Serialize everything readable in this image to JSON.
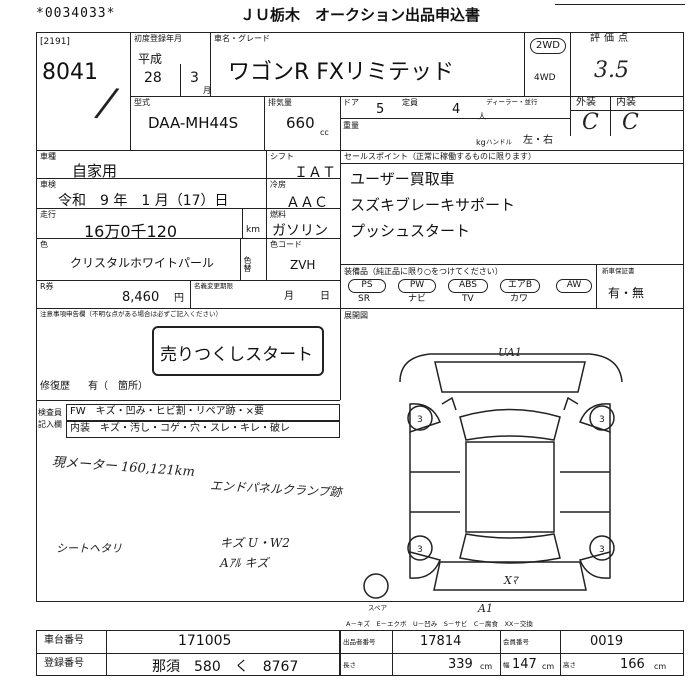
{
  "header": {
    "serial": "*0034033*",
    "title": "ＪＵ栃木　オークション出品申込書"
  },
  "left_id": {
    "small_code": "[2191]",
    "lot_number": "8041"
  },
  "first_reg": {
    "label": "初度登録年月",
    "era": "平成",
    "year": "28",
    "month": "3",
    "month_unit": "月"
  },
  "car_name": {
    "label": "車名・グレード",
    "value": "ワゴンR  FXリミテッド"
  },
  "drive": {
    "two_wd": "2WD",
    "four_wd": "4WD"
  },
  "rating": {
    "label": "評価点",
    "value": "3.5"
  },
  "exterior_interior": {
    "exterior_label": "外装",
    "interior_label": "内装",
    "exterior_value": "C",
    "interior_value": "C"
  },
  "model": {
    "label": "型式",
    "value": "DAA-MH44S"
  },
  "displacement": {
    "label": "排気量",
    "value": "660",
    "unit": "cc"
  },
  "doors": {
    "label": "ドア",
    "value": "5"
  },
  "capacity": {
    "label": "定員",
    "value": "4",
    "unit": "人"
  },
  "dealer": {
    "label": "ディーラー・並行"
  },
  "weight": {
    "label": "重量",
    "unit": "kg"
  },
  "handle": {
    "label": "ハンドル",
    "options": "左・右"
  },
  "usage": {
    "label": "車種",
    "value": "自家用"
  },
  "shift": {
    "label": "シフト",
    "value": "ＩＡＴ"
  },
  "inspection": {
    "label": "車検",
    "value": "令和　9 年　1 月（17）日"
  },
  "aircon": {
    "label": "冷房",
    "value": "ＡＡＣ"
  },
  "mileage": {
    "label": "走行",
    "value": "16万0千120",
    "unit": "km"
  },
  "fuel": {
    "label": "燃料",
    "value": "ガソリン"
  },
  "color": {
    "label": "色",
    "value": "クリスタルホワイトパール",
    "change_label": "色替"
  },
  "color_code": {
    "label": "色コード",
    "value": "ZVH"
  },
  "recycle": {
    "label": "R券",
    "value": "8,460",
    "unit": "円"
  },
  "name_change": {
    "label": "名義変更期限",
    "month": "月",
    "day": "日"
  },
  "sales_points": {
    "label": "セールスポイント（正常に稼働するものに限ります）",
    "lines": [
      "ユーザー買取車",
      "スズキブレーキサポート",
      "プッシュスタート"
    ]
  },
  "equipment": {
    "label": "装備品（純正品に限り○をつけてください）",
    "top": [
      "PS",
      "PW",
      "ABS",
      "エアB",
      "AW"
    ],
    "bottom": [
      "SR",
      "ナビ",
      "TV",
      "カワ"
    ]
  },
  "shin_gata": {
    "label": "新車保証書",
    "value": "有・無"
  },
  "seller_notes": {
    "label": "注意事項申告欄（不明な点がある場合は必ずご記入ください）"
  },
  "stamp_text": "売りつくしスタート",
  "repair": {
    "label": "修復歴",
    "value": "有（　箇所"
  },
  "inspector_notes": {
    "label1": "検査員",
    "label2": "記入欄",
    "row1": "FW　キズ・凹み・ヒビ割・リペア跡・×要",
    "row2": "内装　キズ・汚し・コゲ・穴・スレ・キレ・破レ"
  },
  "handwritten": {
    "meter": "現メーター 160,121km",
    "panel": "エンドパネルクランプ跡",
    "seat": "シートヘタリ",
    "scratch1": "キズ U・W2",
    "scratch2": "Aｱﾙ キズ",
    "top_mark": "UA1",
    "bottom_mark": "A1",
    "rear_mark": "Xﾏ"
  },
  "diagram": {
    "label": "展開図",
    "wheel_num": "3",
    "spare": "スペア",
    "legend": "A－キズ　E－エクボ　U－凹み　S－サビ　C－腐食　XX－交換"
  },
  "chassis": {
    "label": "車台番号",
    "value": "171005"
  },
  "reg_number": {
    "label": "登録番号",
    "value": "那須　580　く　8767"
  },
  "bottom_right": {
    "row1_label": "出品者番号",
    "row1_value": "17814",
    "row1b_label": "会員番号",
    "row1b_value": "0019",
    "length_label": "長さ",
    "length": "339",
    "width_label": "幅",
    "width": "147",
    "height_label": "高さ",
    "height": "166",
    "unit": "cm"
  }
}
